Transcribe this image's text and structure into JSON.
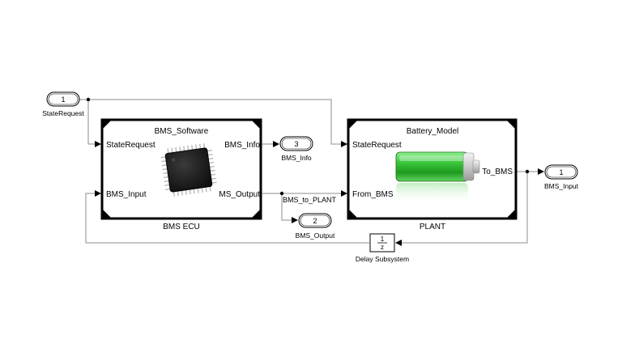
{
  "inports": [
    {
      "number": "1",
      "label": "StateRequest"
    }
  ],
  "outports": [
    {
      "number": "3",
      "label": "BMS_Info"
    },
    {
      "number": "2",
      "label": "BMS_Output"
    },
    {
      "number": "1",
      "label": "BMS_Input"
    }
  ],
  "blocks": {
    "bms_ecu": {
      "title": "BMS_Software",
      "name": "BMS ECU",
      "icon": "microchip-icon",
      "inputs": [
        "StateRequest",
        "BMS_Input"
      ],
      "outputs": [
        "BMS_Info",
        "MS_Output"
      ]
    },
    "plant": {
      "title": "Battery_Model",
      "name": "PLANT",
      "icon": "battery-icon",
      "inputs": [
        "StateRequest",
        "From_BMS"
      ],
      "outputs": [
        "To_BMS"
      ]
    },
    "delay": {
      "numerator": "1",
      "denominator": "z",
      "name": "Delay Subsystem"
    }
  },
  "signals": {
    "bms_to_plant": "BMS_to_PLANT"
  },
  "colors": {
    "line": "#8c8c8c",
    "block_border": "#000000",
    "battery_green": "#2fb52f"
  }
}
